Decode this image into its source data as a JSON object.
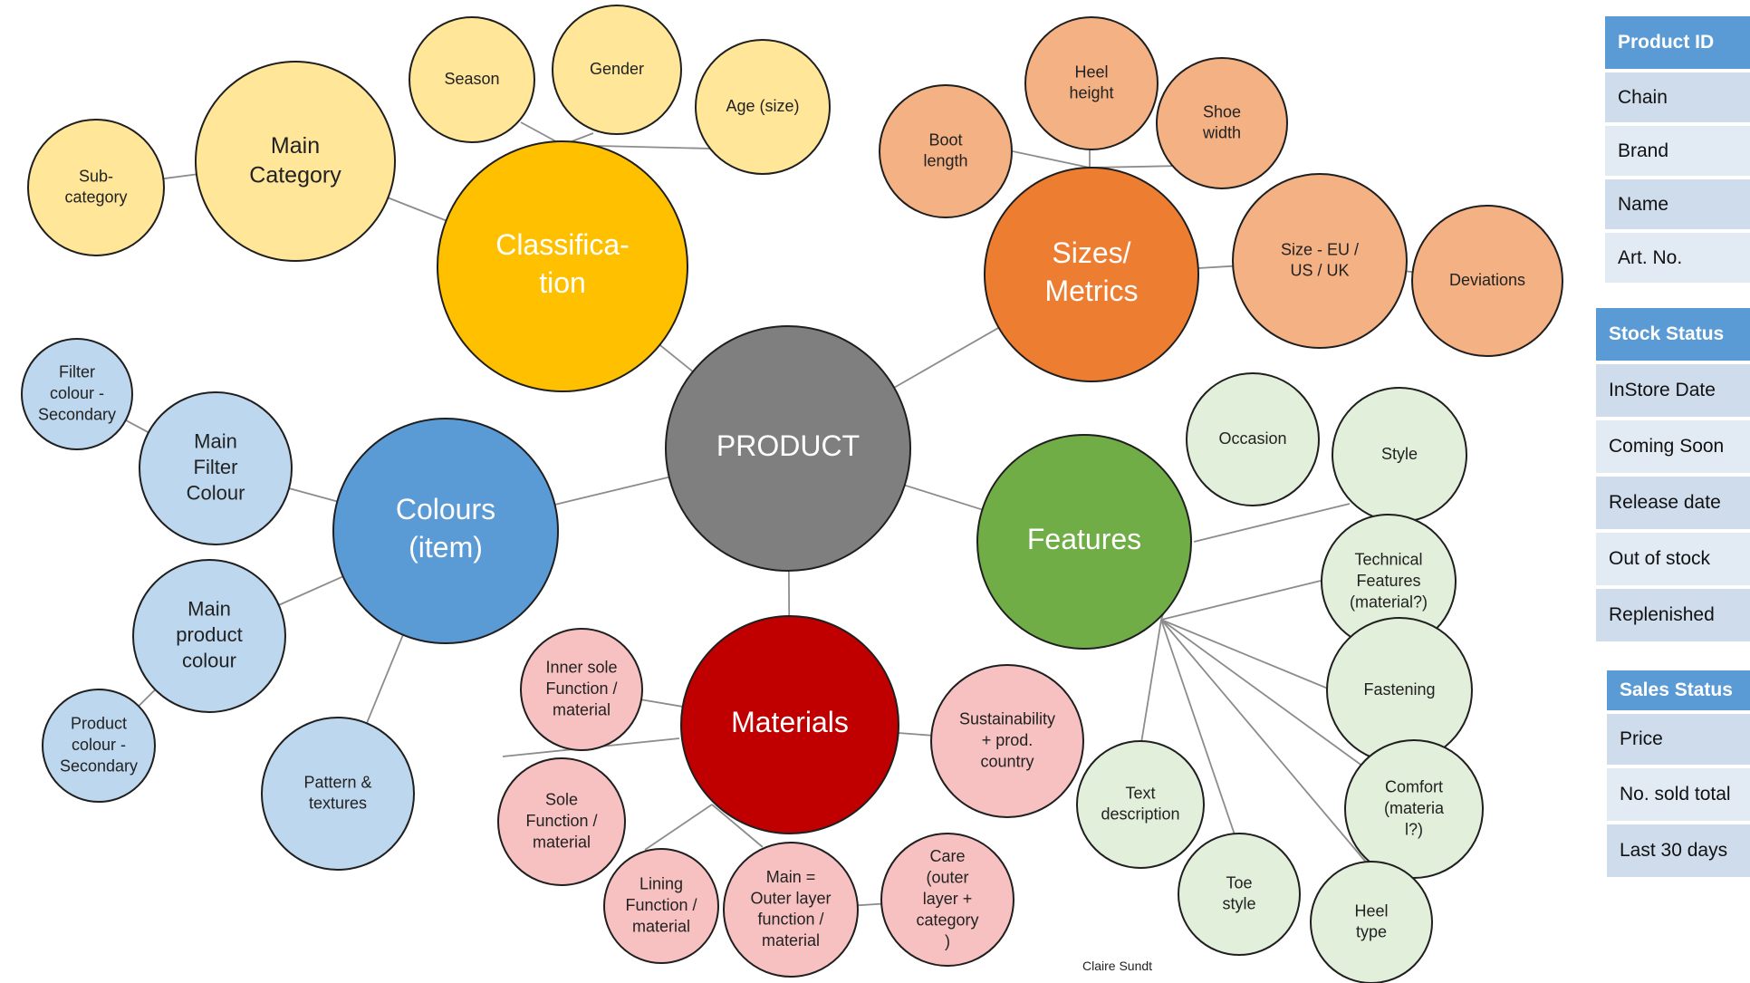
{
  "center": {
    "label": "PRODUCT"
  },
  "groups": {
    "classification": {
      "label": "Classifica-\ntion",
      "children": {
        "season": "Season",
        "gender": "Gender",
        "age": "Age (size)",
        "main_category": "Main\nCategory",
        "sub_category": "Sub-\ncategory"
      }
    },
    "sizes": {
      "label": "Sizes/\nMetrics",
      "children": {
        "boot_length": "Boot\nlength",
        "heel_height": "Heel\nheight",
        "shoe_width": "Shoe\nwidth",
        "size_eu": "Size - EU /\nUS / UK",
        "deviations": "Deviations"
      }
    },
    "colours": {
      "label": "Colours\n(item)",
      "children": {
        "filter_secondary": "Filter\ncolour -\nSecondary",
        "main_filter": "Main\nFilter\nColour",
        "main_product": "Main\nproduct\ncolour",
        "product_secondary": "Product\ncolour -\nSecondary",
        "pattern": "Pattern &\ntextures"
      }
    },
    "features": {
      "label": "Features",
      "children": {
        "occasion": "Occasion",
        "style": "Style",
        "technical": "Technical\nFeatures\n(material?)",
        "fastening": "Fastening",
        "comfort": "Comfort\n(materia\nl?)",
        "heel_type": "Heel\ntype",
        "toe_style": "Toe\nstyle",
        "text_description": "Text\ndescription"
      }
    },
    "materials": {
      "label": "Materials",
      "children": {
        "inner_sole": "Inner sole\nFunction /\nmaterial",
        "sole": "Sole\nFunction /\nmaterial",
        "lining": "Lining\nFunction /\nmaterial",
        "main_outer": "Main =\nOuter layer\nfunction /\nmaterial",
        "care": "Care\n(outer\nlayer +\ncategory\n)",
        "sustainability": "Sustainability\n+ prod.\ncountry"
      }
    }
  },
  "panels": {
    "product_id": {
      "header": "Product ID",
      "items": [
        "Chain",
        "Brand",
        "Name",
        "Art. No."
      ]
    },
    "stock_status": {
      "header": "Stock Status",
      "items": [
        "InStore Date",
        "Coming Soon",
        "Release date",
        "Out of stock",
        "Replenished"
      ]
    },
    "sales_status": {
      "header": "Sales Status",
      "items": [
        "Price",
        "No. sold total",
        "Last 30 days"
      ]
    }
  },
  "credit": "Claire Sundt",
  "colors": {
    "center": "#7f7f7f",
    "classification": "#ffc000",
    "classification_light": "#ffe699",
    "sizes": "#ed7d31",
    "sizes_light": "#f4b183",
    "colours": "#5b9bd5",
    "colours_light": "#bdd7ee",
    "features": "#70ad47",
    "features_light": "#e2efda",
    "materials": "#c00000",
    "materials_light": "#f8c1c1",
    "panel_header": "#5b9bd5"
  }
}
